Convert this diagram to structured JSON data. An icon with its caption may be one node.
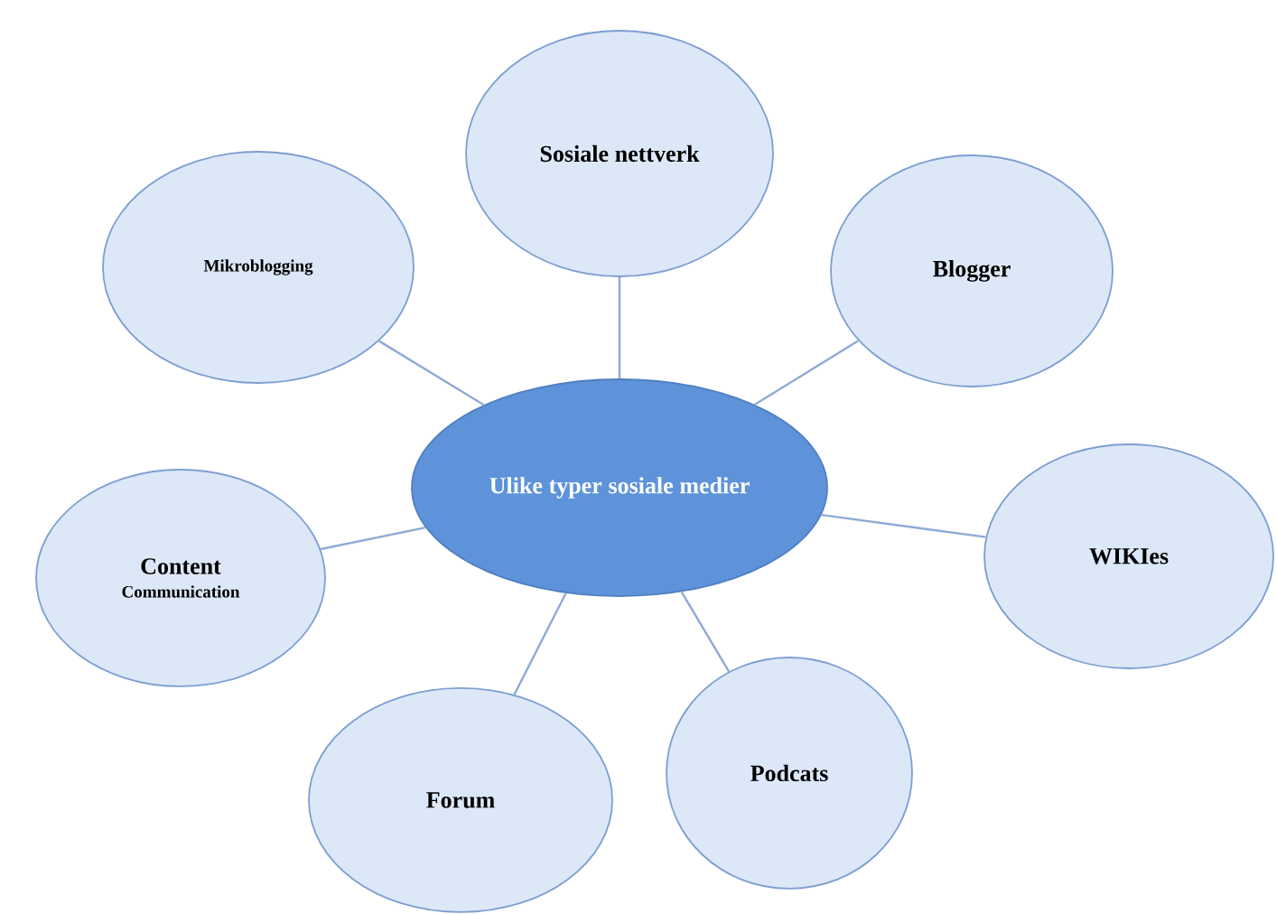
{
  "diagram": {
    "nodes": [
      {
        "text": [
          "Ulike typer sosiale medier"
        ]
      },
      {
        "text": [
          "Sosiale nettverk"
        ]
      },
      {
        "text": [
          "Mikroblogging"
        ]
      },
      {
        "text": [
          "Blogger"
        ]
      },
      {
        "text": [
          "WIKIes"
        ]
      },
      {
        "text": [
          "Content",
          "Communication"
        ]
      },
      {
        "text": [
          "Podcats"
        ]
      },
      {
        "text": [
          "Forum"
        ]
      }
    ],
    "edges": [
      {
        "from": 0,
        "to": 1,
        "arrow": "none"
      },
      {
        "from": 0,
        "to": 2,
        "arrow": "none"
      },
      {
        "from": 0,
        "to": 3,
        "arrow": "none"
      },
      {
        "from": 0,
        "to": 4,
        "arrow": "none"
      },
      {
        "from": 0,
        "to": 5,
        "arrow": "none"
      },
      {
        "from": 0,
        "to": 6,
        "arrow": "none"
      },
      {
        "from": 0,
        "to": 7,
        "arrow": "none"
      }
    ]
  }
}
